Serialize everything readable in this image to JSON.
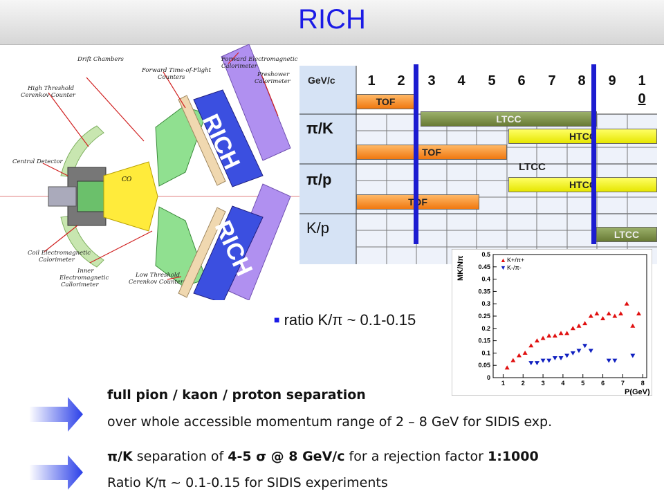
{
  "title": "RICH",
  "detector": {
    "labels": {
      "forward_em_cal": [
        "Forward Electromagnetic",
        "Calorimeter"
      ],
      "drift_chambers": "Drift Chambers",
      "forward_tof": [
        "Forward Time-of-Flight",
        "Counters"
      ],
      "high_threshold": [
        "High Threshold",
        "Cerenkov Counter"
      ],
      "preshower": [
        "Preshower",
        "Calorimeter"
      ],
      "central_detector": "Central Detector",
      "co2": "CO",
      "coil_em": [
        "Coil Electromagnetic",
        "Calorimeter"
      ],
      "inner_em": [
        "Inner",
        "Electromagnetic",
        "Callorimeter"
      ],
      "low_threshold": [
        "Low Threshold",
        "Cerenkov Counter"
      ],
      "rich_top": "RICH",
      "rich_bottom": "RICH"
    }
  },
  "table": {
    "unit": "GeV/c",
    "momenta": [
      "1",
      "2",
      "3",
      "4",
      "5",
      "6",
      "7",
      "8",
      "9"
    ],
    "last_col": [
      "1",
      "0"
    ],
    "rows": [
      "π/K",
      "π/p",
      "K/p"
    ],
    "bars": {
      "tof1": "TOF",
      "ltcc1": "LTCC",
      "htcc1": "HTCC",
      "tof2": "TOF",
      "ltcc2": "LTCC",
      "htcc2": "HTCC",
      "tof3": "TOF",
      "ltcc3": "LTCC"
    }
  },
  "bullet": "ratio K/π ~ 0.1-0.15",
  "plot": {
    "yaxis_label": "MK/Nπ",
    "xaxis_label": "P(GeV)",
    "legend": [
      "K+/π+",
      "K-/π-"
    ],
    "colors": {
      "kplus": "#e01010",
      "kminus": "#1020c0"
    }
  },
  "chart_data": {
    "type": "scatter",
    "xlim": [
      0.5,
      8.2
    ],
    "ylim": [
      0,
      0.5
    ],
    "x_ticks": [
      "1",
      "2",
      "3",
      "4",
      "5",
      "6",
      "7",
      "8"
    ],
    "y_ticks": [
      "0",
      "0.05",
      "0.1",
      "0.15",
      "0.2",
      "0.25",
      "0.3",
      "0.35",
      "0.4",
      "0.45",
      "0.5"
    ],
    "series": [
      {
        "name": "K+/π+",
        "x": [
          1.2,
          1.5,
          1.8,
          2.1,
          2.4,
          2.7,
          3.0,
          3.3,
          3.6,
          3.9,
          4.2,
          4.5,
          4.8,
          5.1,
          5.4,
          5.7,
          6.0,
          6.3,
          6.6,
          6.9,
          7.2,
          7.5,
          7.8
        ],
        "y": [
          0.04,
          0.07,
          0.09,
          0.1,
          0.13,
          0.15,
          0.16,
          0.17,
          0.17,
          0.18,
          0.18,
          0.2,
          0.21,
          0.22,
          0.25,
          0.26,
          0.24,
          0.26,
          0.25,
          0.26,
          0.3,
          0.21,
          0.26
        ]
      },
      {
        "name": "K-/π-",
        "x": [
          2.4,
          2.7,
          3.0,
          3.3,
          3.6,
          3.9,
          4.2,
          4.5,
          4.8,
          5.1,
          5.4,
          6.3,
          6.6,
          7.5
        ],
        "y": [
          0.06,
          0.06,
          0.07,
          0.07,
          0.08,
          0.08,
          0.09,
          0.1,
          0.11,
          0.13,
          0.11,
          0.07,
          0.07,
          0.09
        ]
      }
    ]
  },
  "bottom": {
    "line1_bold": "full pion / kaon / proton separation",
    "line2": "over whole accessible momentum  range of 2 – 8 GeV for SIDIS exp.",
    "line3": {
      "a": "π/K",
      "b": " separation of ",
      "c": "4-5 σ @ 8 GeV/c",
      "d": " for a rejection factor ",
      "e": "1:1000"
    },
    "line4": "Ratio K/π ~ 0.1-0.15 for SIDIS experiments"
  }
}
